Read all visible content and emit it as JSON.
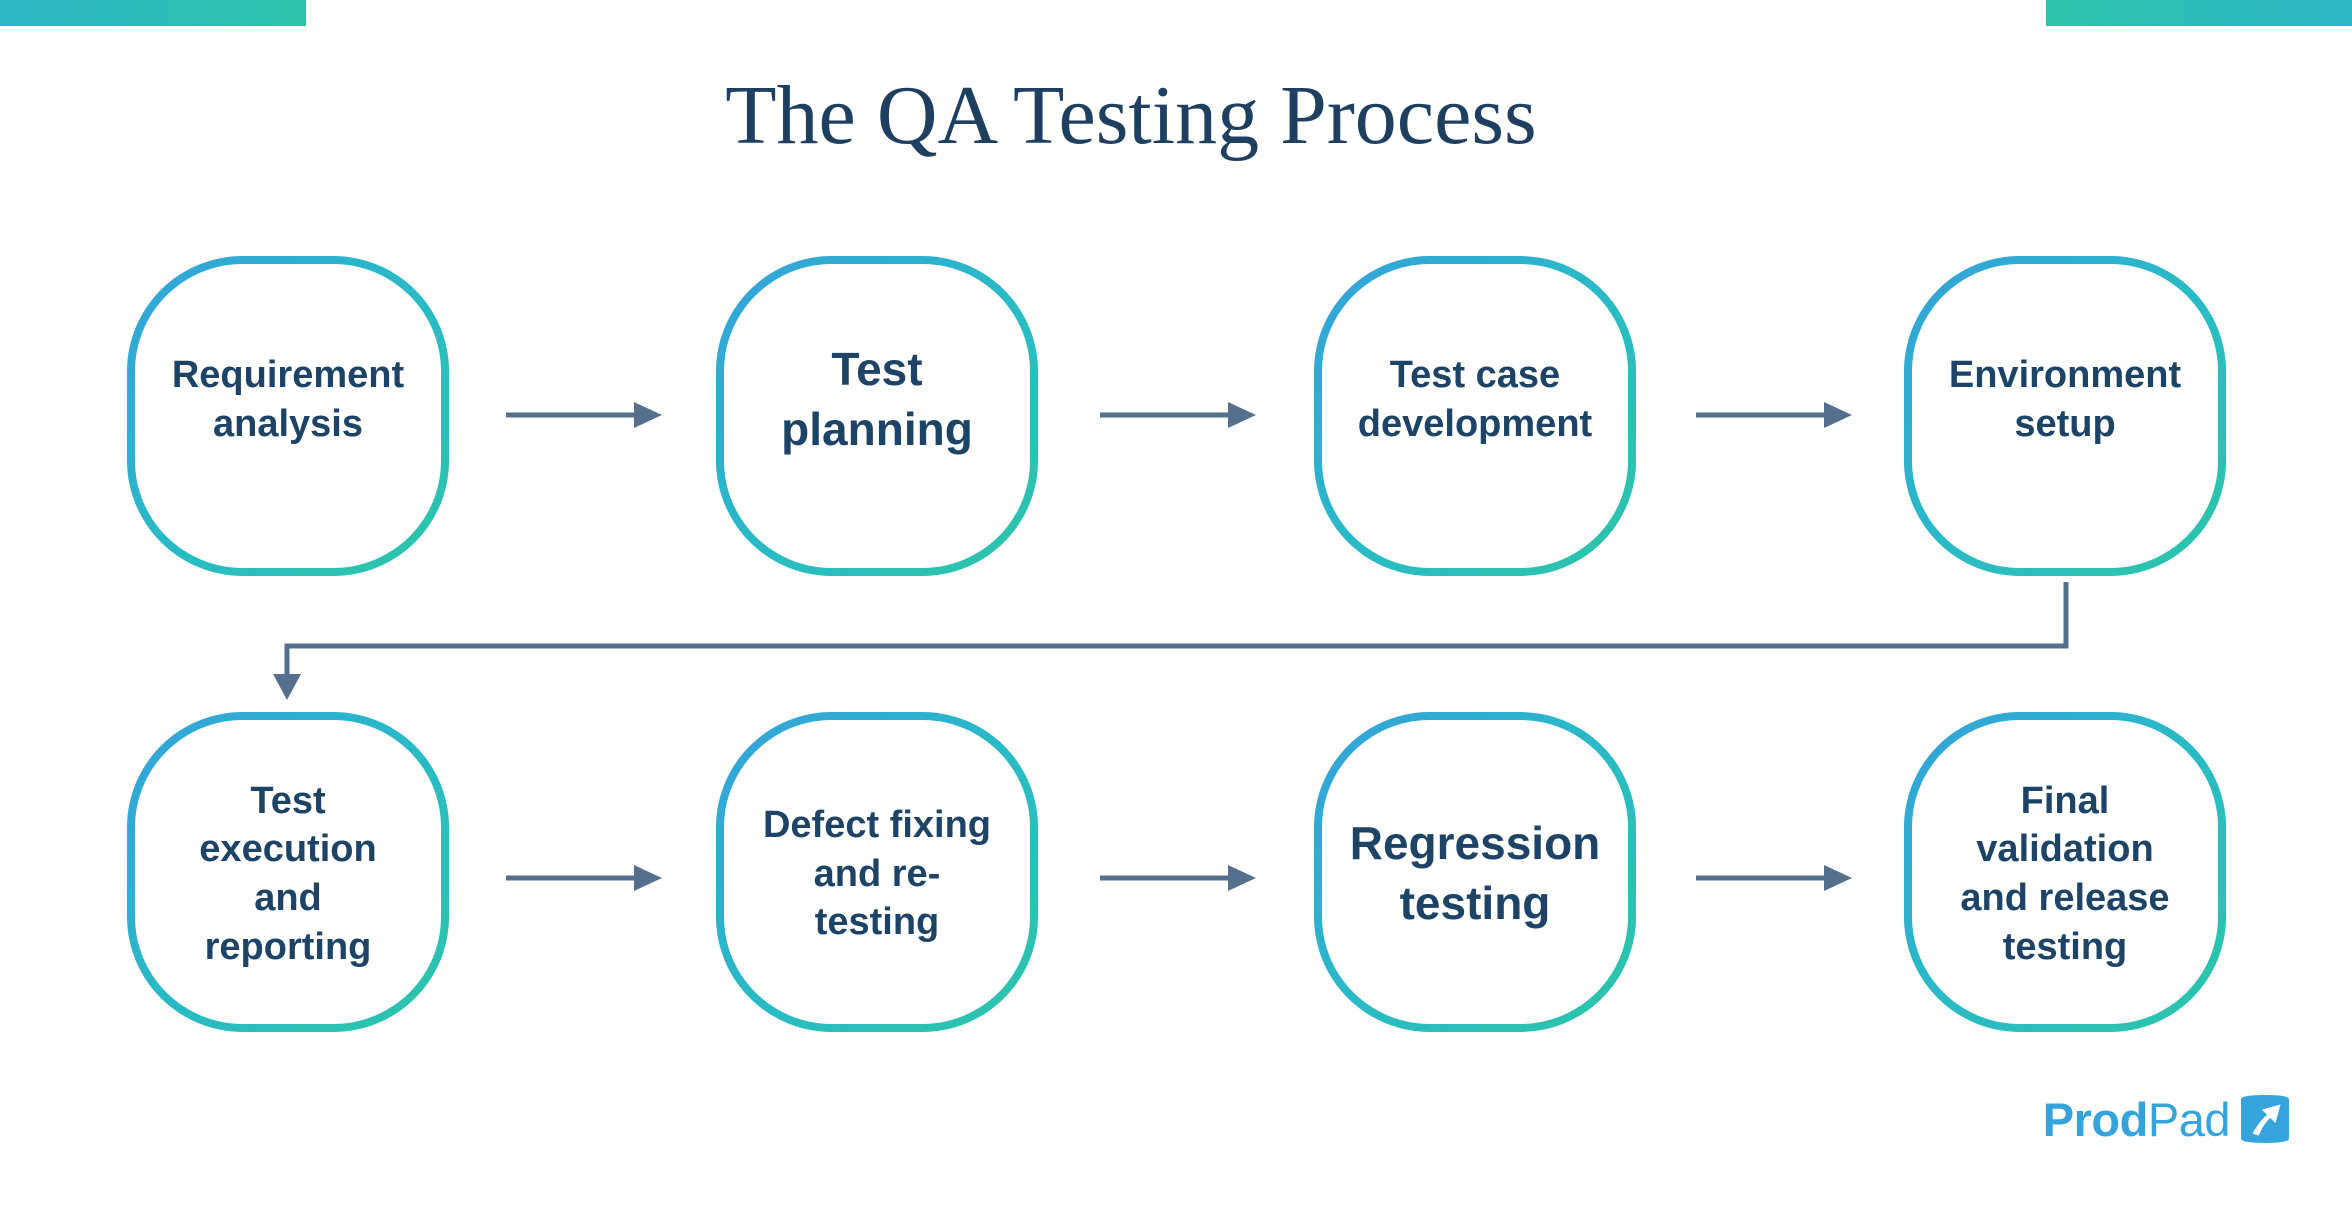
{
  "title": "The QA Testing Process",
  "steps": [
    {
      "label": "Requirement\nanalysis",
      "emphasis": false
    },
    {
      "label": "Test\nplanning",
      "emphasis": true
    },
    {
      "label": "Test case\ndevelopment",
      "emphasis": false
    },
    {
      "label": "Environment\nsetup",
      "emphasis": false
    },
    {
      "label": "Test\nexecution\nand\nreporting",
      "emphasis": false
    },
    {
      "label": "Defect fixing\nand re-\ntesting",
      "emphasis": false
    },
    {
      "label": "Regression\ntesting",
      "emphasis": true
    },
    {
      "label": "Final\nvalidation\nand release\ntesting",
      "emphasis": false
    }
  ],
  "flow": {
    "row1_order": [
      "Requirement analysis",
      "Test planning",
      "Test case development",
      "Environment setup"
    ],
    "row2_order": [
      "Test execution and reporting",
      "Defect fixing and re-testing",
      "Regression testing",
      "Final validation and release testing"
    ],
    "wrap_connector": "Environment setup -> Test execution and reporting"
  },
  "icons": {
    "flow_arrow": "arrow-right-icon",
    "wrap_connector": "elbow-arrow-down-icon",
    "logo_mark": "arrow-up-right-icon",
    "corner_accents": "teal-accent-bar"
  },
  "colors": {
    "background": "#ffffff",
    "title_text": "#1e3f5f",
    "node_text": "#1d4366",
    "node_border_gradient_start": "#35a2db",
    "node_border_gradient_end": "#2cc6a8",
    "arrow": "#54708e",
    "accent_bar": "#2cc0b4",
    "logo_blue": "#35a3dc"
  },
  "logo": {
    "bold": "Prod",
    "light": "Pad"
  }
}
